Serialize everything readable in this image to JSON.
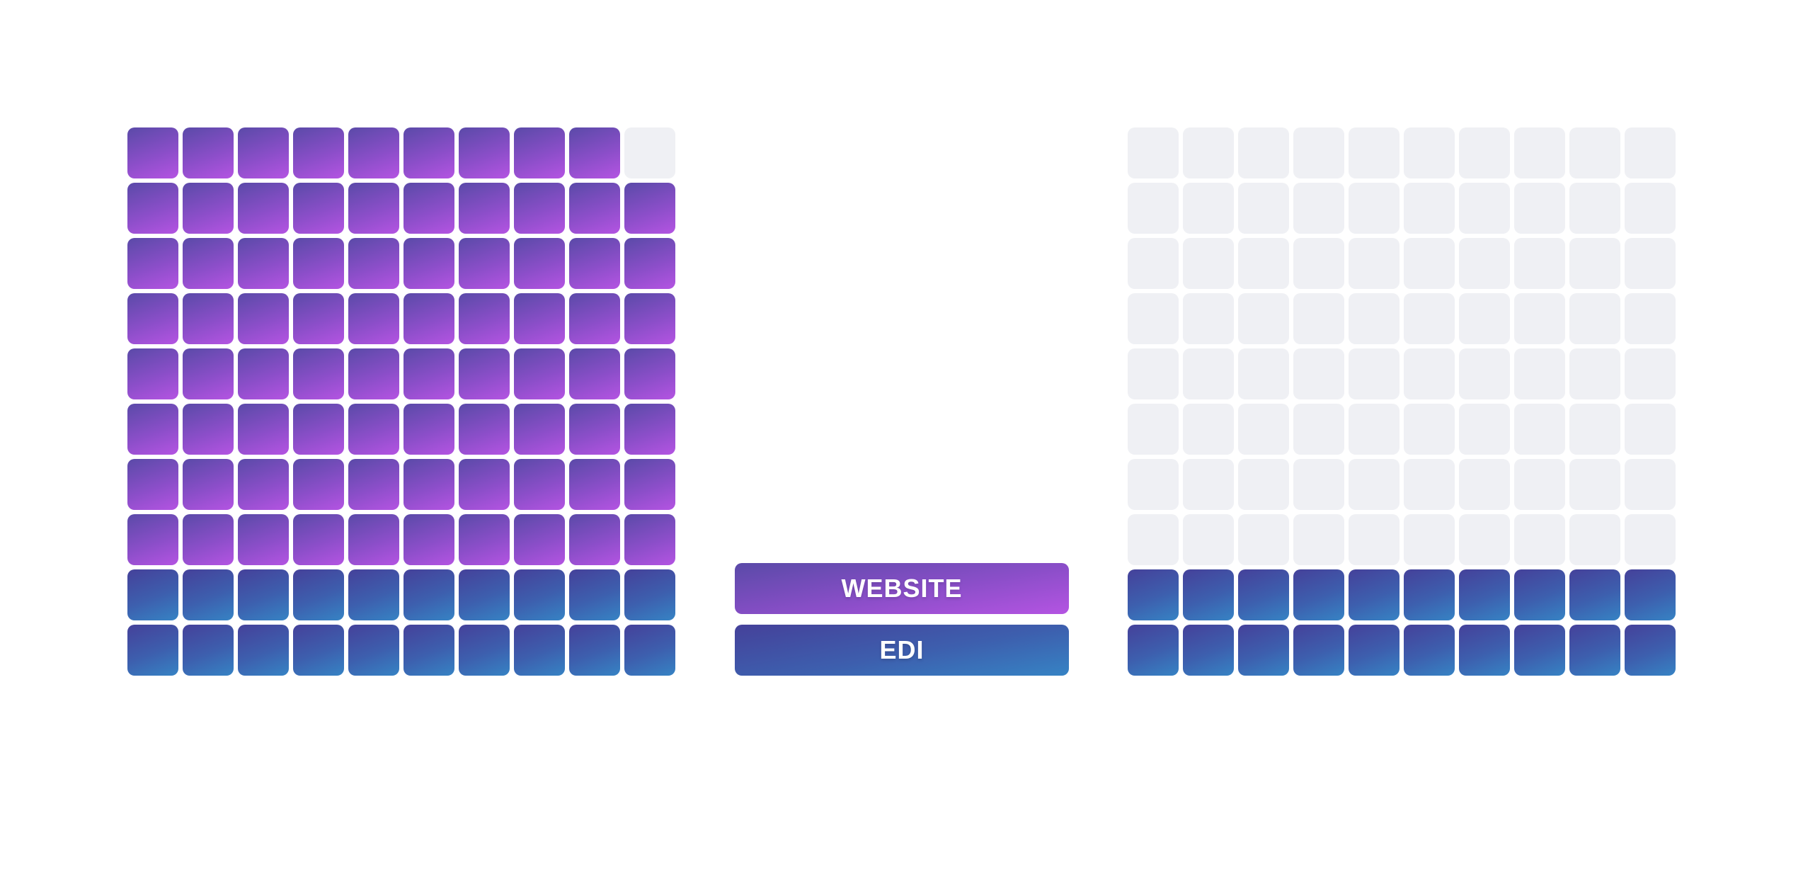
{
  "legend": {
    "website_label": "WEBSITE",
    "edi_label": "EDI"
  },
  "colors": {
    "website": "#8a4ec8",
    "edi": "#3d5fae",
    "empty": "#eff0f4"
  },
  "waffles": [
    {
      "name": "left",
      "total": 100,
      "empty": 1,
      "website": 79,
      "edi": 20
    },
    {
      "name": "right",
      "total": 100,
      "empty": 80,
      "website": 0,
      "edi": 20
    }
  ]
}
